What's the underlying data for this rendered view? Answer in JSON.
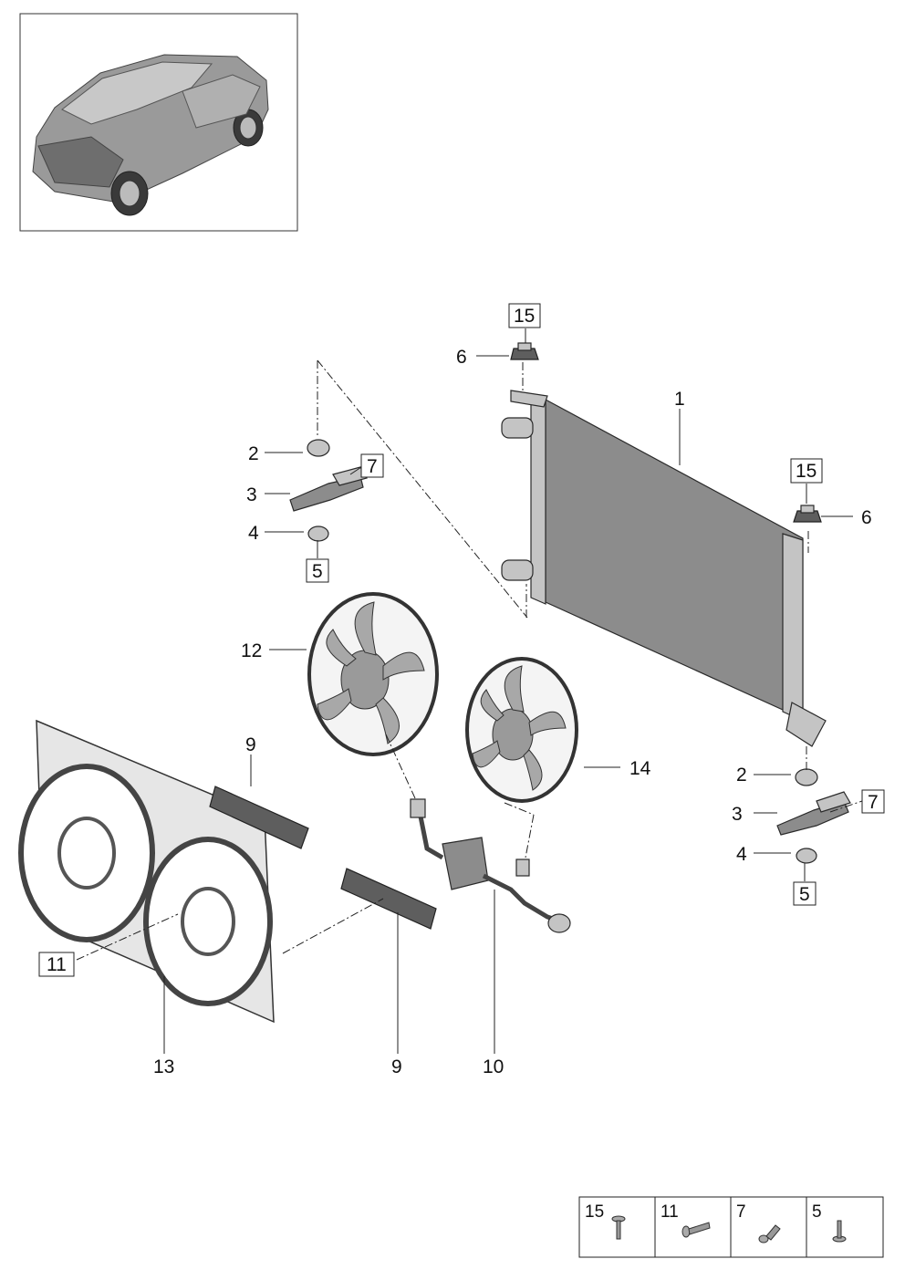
{
  "callouts": {
    "c1": "1",
    "c2a": "2",
    "c3a": "3",
    "c4a": "4",
    "c5a": "5",
    "c7a": "7",
    "c2b": "2",
    "c3b": "3",
    "c4b": "4",
    "c5b": "5",
    "c7b": "7",
    "c6a": "6",
    "c15a": "15",
    "c6b": "6",
    "c15b": "15",
    "c9a": "9",
    "c9b": "9",
    "c10": "10",
    "c11": "11",
    "c12": "12",
    "c13": "13",
    "c14": "14"
  },
  "legend": {
    "items": [
      "15",
      "11",
      "7",
      "5"
    ]
  }
}
